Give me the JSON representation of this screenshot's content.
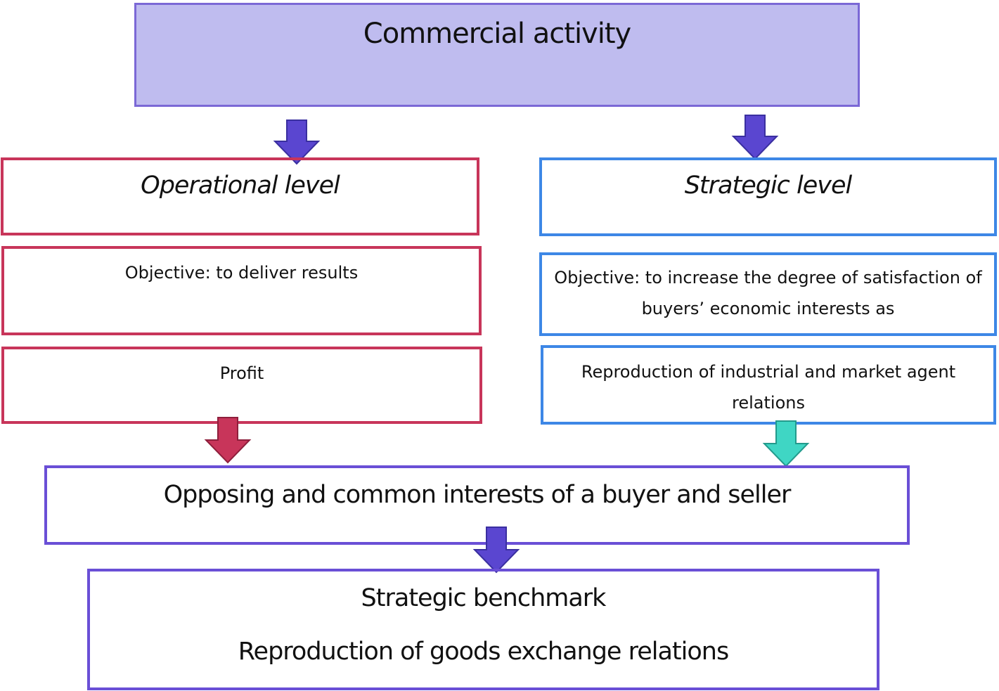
{
  "diagram": {
    "top": {
      "label": "Commercial activity"
    },
    "operational": {
      "label": "Operational level",
      "objective": "Objective: to deliver results",
      "result": "Profit"
    },
    "strategic": {
      "label": "Strategic level",
      "objective": "Objective: to increase the degree of satisfaction of buyers’ economic interests as",
      "result": "Reproduction of industrial and market agent relations"
    },
    "interests": {
      "label": "Opposing and common interests of a buyer and seller"
    },
    "benchmark": {
      "title": "Strategic benchmark",
      "subtitle": "Reproduction of goods exchange relations"
    }
  },
  "colors": {
    "header_fill": "#bfbcef",
    "operational": "#c8355a",
    "strategic": "#3d87e6",
    "main": "#6a4fd6",
    "arrow_purple": "#5a46d0",
    "arrow_red": "#c8355a",
    "arrow_teal": "#3fd6c4"
  }
}
